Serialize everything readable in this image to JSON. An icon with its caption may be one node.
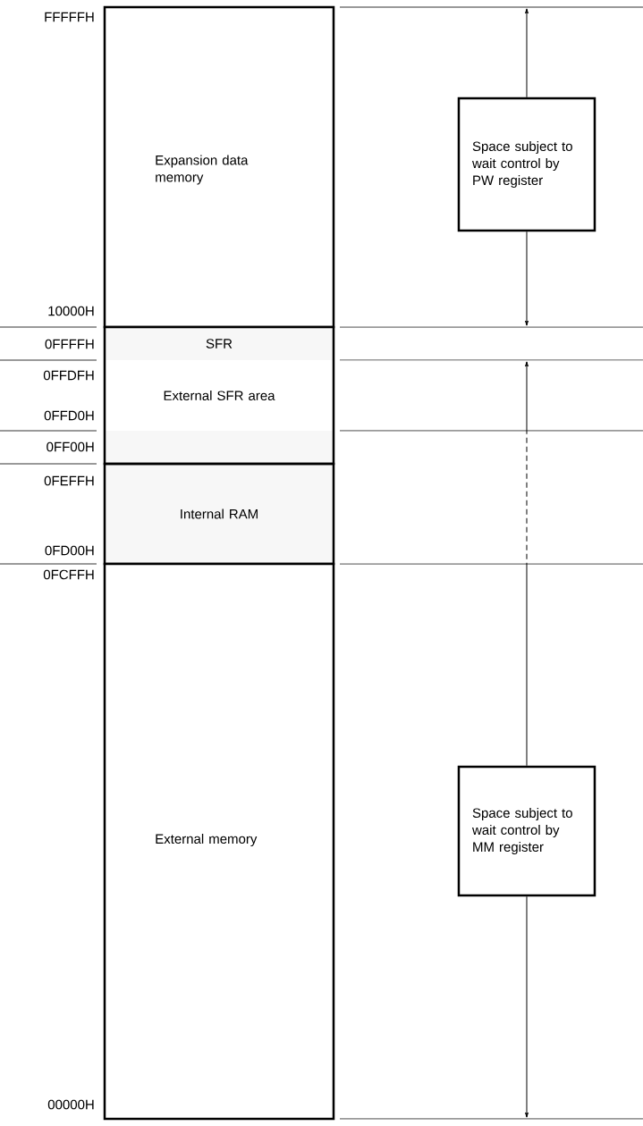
{
  "diagram": {
    "nodes": [
      {
        "text": [
          "Expansion data memory"
        ]
      },
      {
        "text": [
          "SFR"
        ]
      },
      {
        "text": [
          "External SFR area"
        ]
      },
      {
        "text": [],
        "shape": "box"
      },
      {
        "text": [
          "Internal RAM"
        ]
      },
      {
        "text": [
          "External memory"
        ]
      },
      {
        "text": [
          "Space subject to wait control by PW register"
        ]
      },
      {
        "text": [
          "Space subject to wait control by MM register"
        ]
      }
    ],
    "edges": [
      {
        "from": 6,
        "to": null,
        "arrow": "to"
      },
      {
        "from": 6,
        "to": null,
        "arrow": "to"
      },
      {
        "from": 7,
        "to": null,
        "arrow": "to",
        "style": "dashed"
      },
      {
        "from": 7,
        "to": null,
        "arrow": "to"
      }
    ],
    "labels": [
      "FFFFFH",
      "10000H",
      "0FFFFH",
      "0FFDFH",
      "0FFD0H",
      "0FF00H",
      "0FEFFH",
      "0FD00H",
      "0FCFFH",
      "00000H"
    ]
  }
}
